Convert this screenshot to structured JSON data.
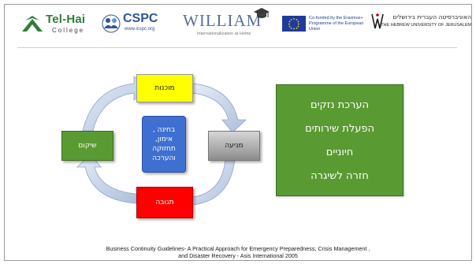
{
  "logos": {
    "telhai": {
      "name": "Tel-Hai",
      "sub": "College"
    },
    "cspc": {
      "name": "CSPC",
      "url": "www.icspc.org"
    },
    "william": {
      "name": "WILLIAM",
      "sub": "Internationalization at Home"
    },
    "eu": {
      "text": "Co-funded by the Erasmus+ Programme of the European Union"
    },
    "huji": {
      "hebrew": "האוניברסיטה העברית בירושלים",
      "english": "THE HEBREW UNIVERSITY OF JERUSALEM"
    }
  },
  "cycle": {
    "top": "מוכנות",
    "right": "מניעה",
    "bottom": "תגובה",
    "left": "שיקום",
    "center": [
      "בחינה ,",
      "אימון,",
      "תחזוקה",
      "והערכה"
    ]
  },
  "panel": {
    "items": [
      "הערכת נזקים",
      "הפעלת שירותים",
      "חיוניים",
      "חזרה לשיגרה"
    ]
  },
  "citation": {
    "line1": "Business Continuity Guidelines- A Practical Approach for Emergency Preparedness, Crisis Management ,",
    "line2": "and Disaster Recovery  - Asis International 2005"
  },
  "colors": {
    "yellow": "#ffff00",
    "gray": "#a6a6a6",
    "red": "#ff0000",
    "green": "#5a9a32",
    "blue": "#3f6fd0",
    "arrow": "#c8d6ec"
  }
}
